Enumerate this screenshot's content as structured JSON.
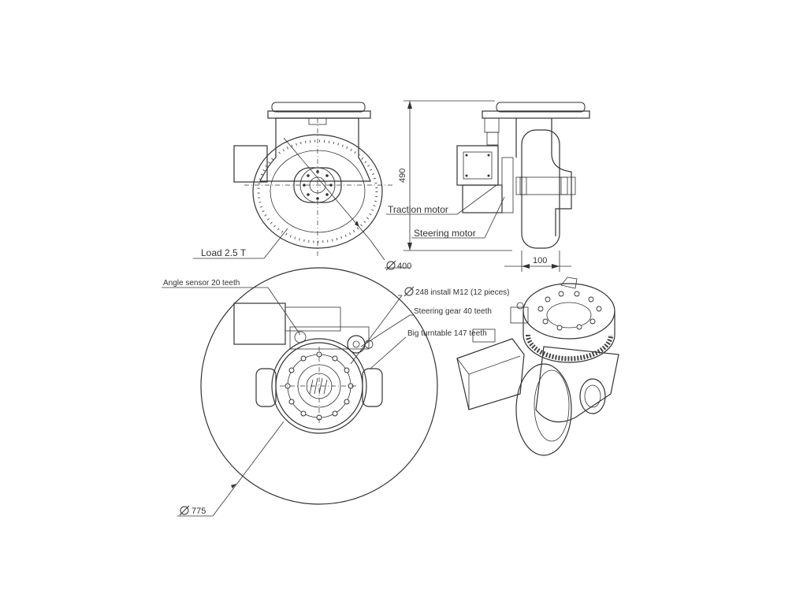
{
  "labels": {
    "load": "Load 2.5 T",
    "diameter_400": "400",
    "traction_motor": "Traction motor",
    "steering_motor": "Steering motor",
    "height_490": "490",
    "width_100": "100",
    "angle_sensor": "Angle sensor 20 teeth",
    "install_248": "248 install M12 (12 pieces)",
    "steering_gear": "Steering gear 40 teeth",
    "big_turntable": "Big turntable 147 teeth",
    "diameter_775": "775"
  },
  "symbols": {
    "diameter": "diameter-symbol"
  },
  "colors": {
    "line": "#333333",
    "tire_dark": "#555555",
    "turntable_black": "#222222"
  }
}
